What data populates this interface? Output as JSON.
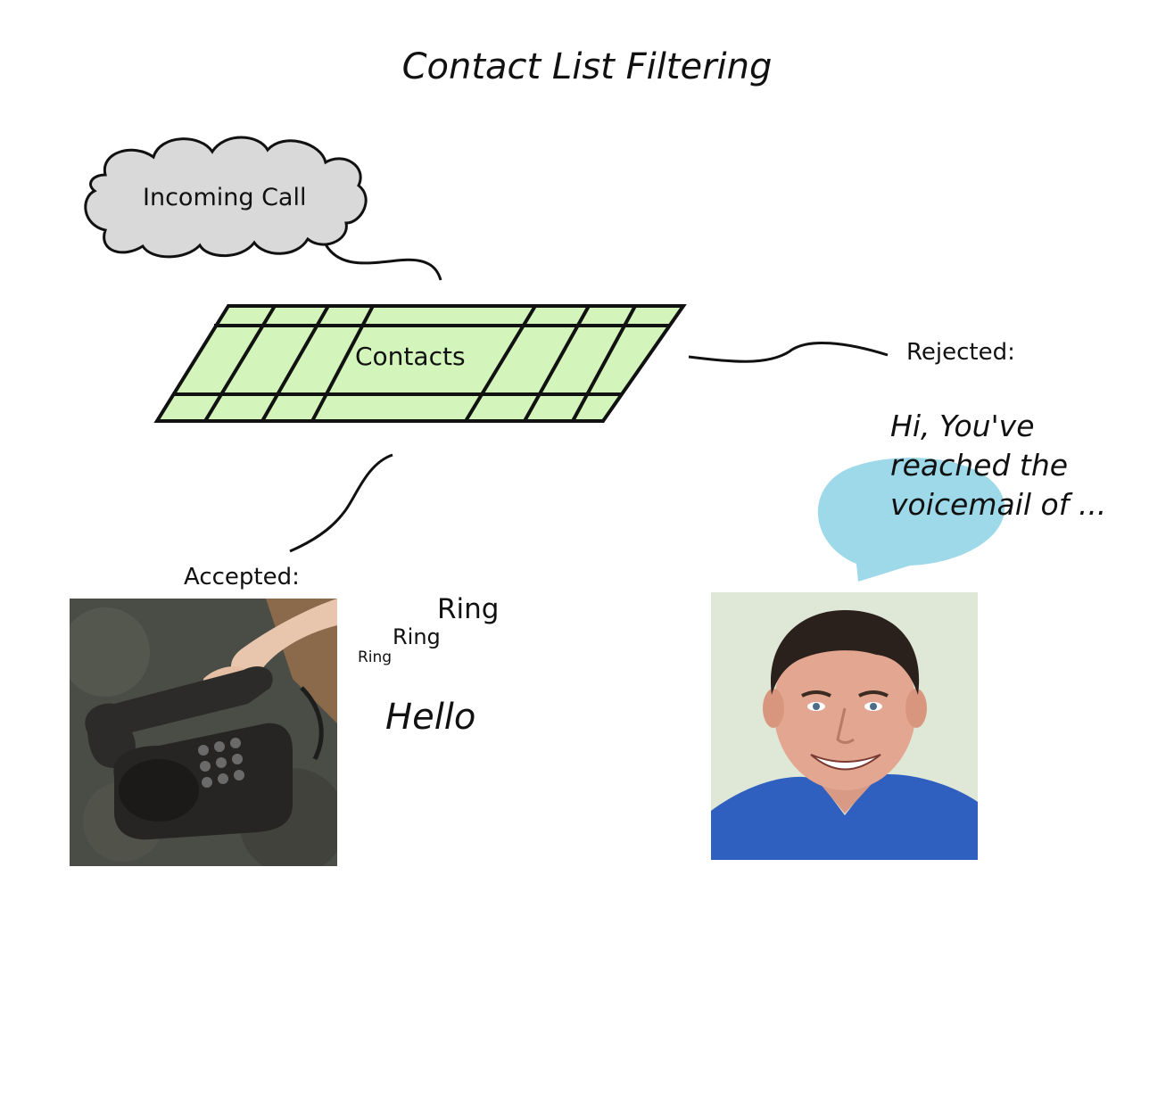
{
  "title": "Contact List Filtering",
  "incoming": {
    "label": "Incoming Call"
  },
  "contacts": {
    "label": "Contacts"
  },
  "rejected": {
    "label": "Rejected:",
    "voicemail_message": "Hi, You've reached the voicemail of ..."
  },
  "accepted": {
    "label": "Accepted:",
    "rings": [
      "Ring",
      "Ring",
      "Ring"
    ],
    "greeting": "Hello"
  },
  "colors": {
    "cloud_fill": "#d9d9d9",
    "contacts_fill": "#d3f5bb",
    "speech_bubble": "#9dd9e8"
  }
}
